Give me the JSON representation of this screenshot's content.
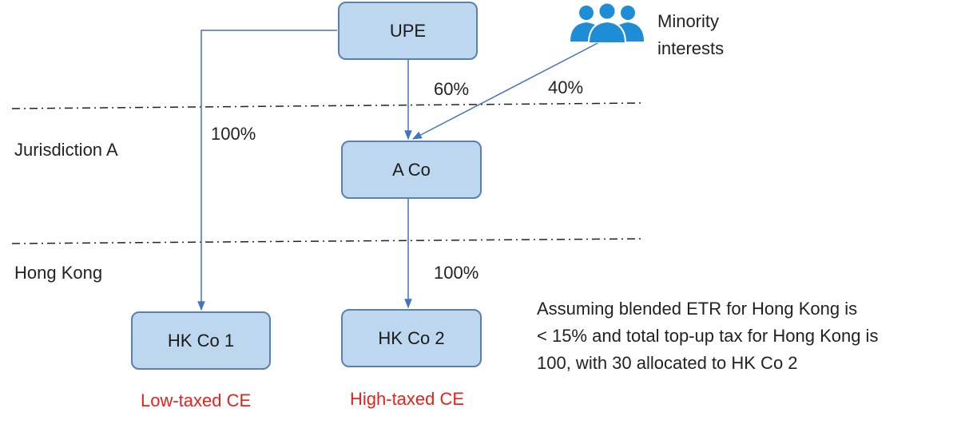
{
  "nodes": {
    "upe": "UPE",
    "aco": "A Co",
    "hkco1": "HK Co 1",
    "hkco2": "HK Co 2"
  },
  "minority": {
    "line1": "Minority",
    "line2": "interests"
  },
  "percent": {
    "upe_to_aco": "60%",
    "minority_to_aco": "40%",
    "upe_to_hkco1": "100%",
    "aco_to_hkco2": "100%"
  },
  "jurisdictions": {
    "a": "Jurisdiction A",
    "hk": "Hong Kong"
  },
  "ce_labels": {
    "hkco1": "Low-taxed CE",
    "hkco2": "High-taxed CE"
  },
  "note": {
    "line1": "Assuming blended ETR for Hong Kong is",
    "line2": "< 15% and total top-up tax for Hong Kong is",
    "line3": "100, with 30 allocated to HK Co 2"
  },
  "colors": {
    "box_fill": "#bdd7ee",
    "box_border": "#5b7fb0",
    "line": "#4472c4",
    "icon": "#1f8dd6",
    "red": "#e8221a"
  },
  "icons": {
    "minority": "people-group-icon"
  }
}
